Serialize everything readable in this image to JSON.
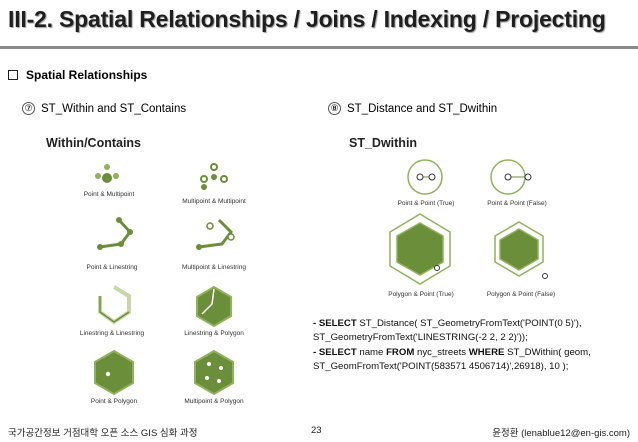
{
  "slide": {
    "title": "III-2. Spatial Relationships / Joins / Indexing / Projecting",
    "section": "Spatial Relationships"
  },
  "left": {
    "num": "⑦",
    "label": "ST_Within and ST_Contains",
    "figure_title": "Within/Contains",
    "cells": [
      "Point & Multipoint",
      "Multipoint & Multipoint",
      "Point & Linestring",
      "Multipoint & Linestring",
      "Linestring & Linestring",
      "Linestring & Polygon",
      "Point & Polygon",
      "Multipoint & Polygon"
    ]
  },
  "right": {
    "num": "⑧",
    "label": "ST_Distance and ST_Dwithin",
    "figure_title": "ST_Dwithin",
    "cells": [
      "Point & Point (True)",
      "Point & Point (False)",
      "Polygon & Point (True)",
      "Polygon & Point (False)"
    ]
  },
  "sql": [
    {
      "k1": "- SELECT",
      "t1": " ST_Distance( ST_GeometryFromText('POINT(0 5)'), ST_GeometryFromText('LINESTRING(-2 2, 2 2)'));"
    },
    {
      "k1": "- SELECT",
      "t1": " name ",
      "k2": "FROM",
      "t2": " nyc_streets ",
      "k3": "WHERE",
      "t3": " ST_DWithin( geom, ST_GeomFromText('POINT(583571 4506714)',26918), 10 );"
    }
  ],
  "footer": {
    "left": "국가공간정보 거점대학 오픈 소스 GIS 심화 과정",
    "page": "23",
    "right": "윤정환 (lenablue12@en-gis.com)"
  },
  "colors": {
    "shape_fill": "#6b8e3a",
    "shape_stroke": "#8fb35a",
    "light_stroke": "#c7d8a8",
    "title": "#1f1f1f"
  }
}
